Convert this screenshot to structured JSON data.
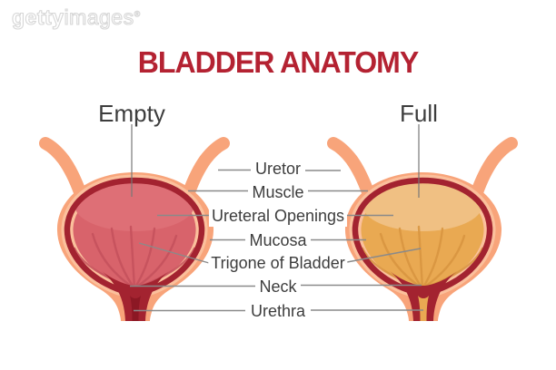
{
  "watermark": {
    "brand_bold": "getty",
    "brand_light": "images",
    "registered": "®"
  },
  "title": "BLADDER ANATOMY",
  "diagram": {
    "left_figure_label": "Empty",
    "right_figure_label": "Full",
    "part_labels": [
      "Uretor",
      "Muscle",
      "Ureteral Openings",
      "Mucosa",
      "Trigone of Bladder",
      "Neck",
      "Urethra"
    ]
  },
  "colors": {
    "title_red": "#B42232",
    "outline_red": "#A32330",
    "body_peach": "#F8A47A",
    "body_peach_light": "#FBC09C",
    "empty_interior_red": "#D8636B",
    "full_interior_yellow": "#E9A952",
    "full_top_band": "#F0C083",
    "urethra_lumen_dark": "#8C1824",
    "label_text": "#3D3D3D",
    "pointer_line_gray": "#8A8A8A"
  }
}
